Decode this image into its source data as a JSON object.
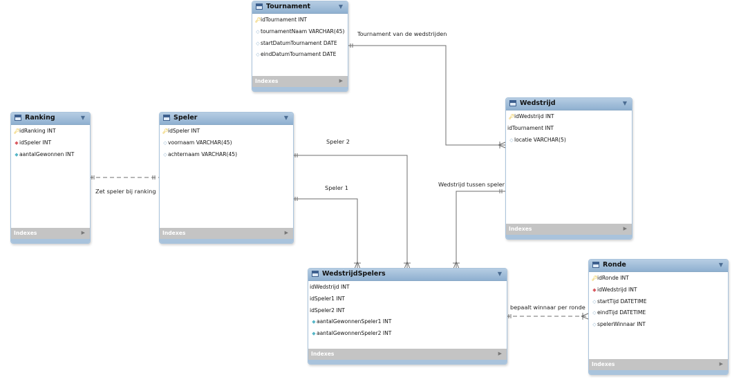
{
  "tables": {
    "tournament": {
      "name": "Tournament",
      "columns": [
        {
          "icon": "key-icon",
          "text": "idTournament INT"
        },
        {
          "icon": "diamond-icon",
          "text": "tournamentNaam VARCHAR(45)"
        },
        {
          "icon": "diamond-icon",
          "text": "startDatumTournament DATE"
        },
        {
          "icon": "diamond-icon",
          "text": "eindDatumTournament DATE"
        }
      ],
      "footer": "Indexes"
    },
    "ranking": {
      "name": "Ranking",
      "columns": [
        {
          "icon": "key-icon",
          "text": "idRanking INT"
        },
        {
          "icon": "fk-diamond-icon",
          "text": "idSpeler INT"
        },
        {
          "icon": "indexed-diamond-icon",
          "text": "aantalGewonnen INT"
        }
      ],
      "footer": "Indexes"
    },
    "speler": {
      "name": "Speler",
      "columns": [
        {
          "icon": "key-icon",
          "text": "idSpeler INT"
        },
        {
          "icon": "diamond-icon",
          "text": "voornaam VARCHAR(45)"
        },
        {
          "icon": "diamond-icon",
          "text": "achternaam VARCHAR(45)"
        }
      ],
      "footer": "Indexes"
    },
    "wedstrijd": {
      "name": "Wedstrijd",
      "columns": [
        {
          "icon": "key-icon",
          "text": "idWedstrijd INT"
        },
        {
          "icon": "",
          "text": "idTournament INT"
        },
        {
          "icon": "diamond-icon",
          "text": "locatie VARCHAR(5)"
        }
      ],
      "footer": "Indexes"
    },
    "wedstrijdspelers": {
      "name": "WedstrijdSpelers",
      "columns": [
        {
          "icon": "",
          "text": "idWedstrijd INT"
        },
        {
          "icon": "",
          "text": "idSpeler1 INT"
        },
        {
          "icon": "",
          "text": "idSpeler2 INT"
        },
        {
          "icon": "indexed-diamond-icon",
          "text": "aantalGewonnenSpeler1 INT"
        },
        {
          "icon": "indexed-diamond-icon",
          "text": "aantalGewonnenSpeler2 INT"
        }
      ],
      "footer": "Indexes"
    },
    "ronde": {
      "name": "Ronde",
      "columns": [
        {
          "icon": "key-icon",
          "text": "idRonde INT"
        },
        {
          "icon": "fk-diamond-icon",
          "text": "idWedstrijd INT"
        },
        {
          "icon": "diamond-icon",
          "text": "startTijd DATETIME"
        },
        {
          "icon": "diamond-icon",
          "text": "eindTijd DATETIME"
        },
        {
          "icon": "diamond-icon",
          "text": "spelerWinnaar INT"
        }
      ],
      "footer": "Indexes"
    }
  },
  "relationships": {
    "tournament_wedstrijd": "Tournament van de wedstrijden",
    "ranking_speler": "Zet speler bij ranking",
    "speler2": "Speler 2",
    "speler1": "Speler 1",
    "wedstrijd_spelers": "Wedstrijd tussen speler",
    "ronde_winnaar": "bepaalt winnaar per ronde"
  },
  "colors": {
    "header": "#9dbad7",
    "footer": "#c4c4c4",
    "line": "#6d6d6d",
    "key": "#e5b000",
    "fk": "#d9595f",
    "indexed": "#56b6c7"
  }
}
